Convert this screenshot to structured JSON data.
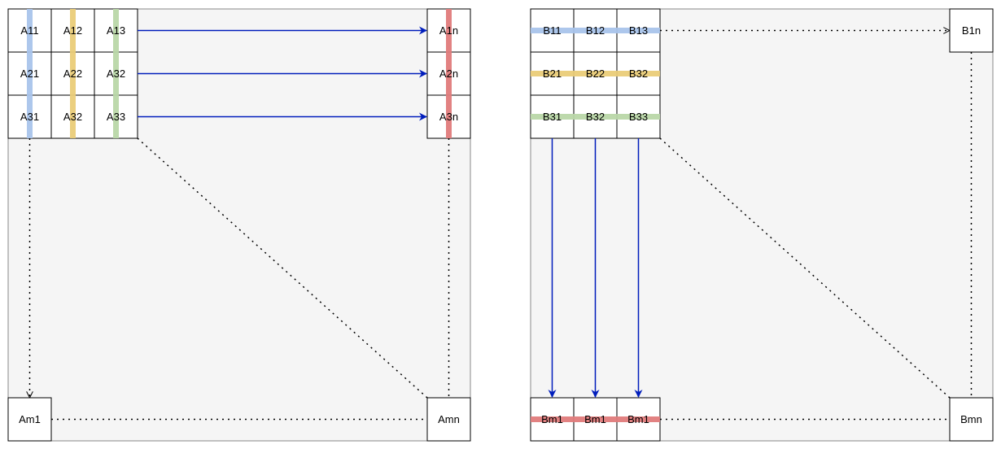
{
  "matrix_a": {
    "top_left_cells": [
      [
        "A11",
        "A12",
        "A13"
      ],
      [
        "A21",
        "A22",
        "A32"
      ],
      [
        "A31",
        "A32",
        "A33"
      ]
    ],
    "right_column": [
      "A1n",
      "A2n",
      "A3n"
    ],
    "bottom_left": "Am1",
    "bottom_right": "Amn"
  },
  "matrix_b": {
    "top_left_cells": [
      [
        "B11",
        "B12",
        "B13"
      ],
      [
        "B21",
        "B22",
        "B32"
      ],
      [
        "B31",
        "B32",
        "B33"
      ]
    ],
    "top_right": "B1n",
    "bottom_row": [
      "Bm1",
      "Bm1",
      "Bm1"
    ],
    "bottom_right": "Bmn"
  },
  "colors": {
    "panel_fill": "#f5f5f5",
    "panel_border": "#888888",
    "cell_border": "#000000",
    "arrow": "#001dbc",
    "highlight_blue": "#a9c4eb",
    "highlight_orange": "#eacc78",
    "highlight_green": "#b9d7a8",
    "highlight_red": "#e07b7b"
  }
}
